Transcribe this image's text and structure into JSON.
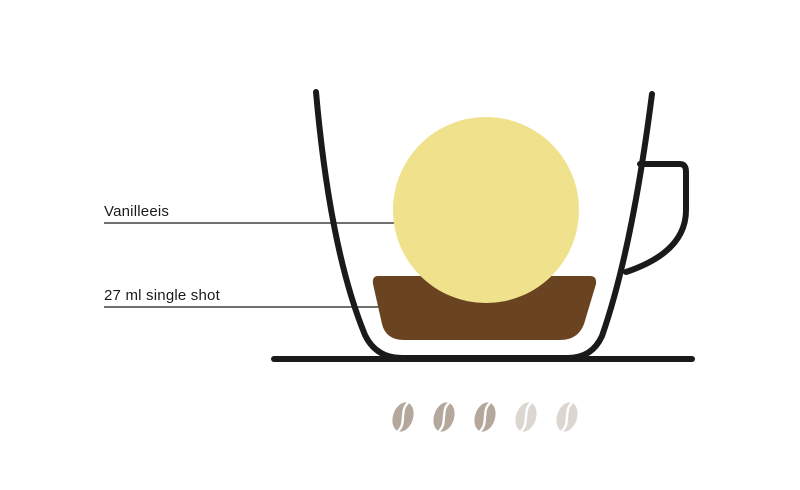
{
  "labels": {
    "ice_cream": "Vanilleeis",
    "espresso": "27 ml single shot"
  },
  "colors": {
    "outline": "#1a1a1a",
    "ice_cream": "#f0e28c",
    "espresso": "#6a4421",
    "bean_filled": "#b4a79b",
    "bean_empty": "#dcd6d0"
  },
  "intensity": {
    "value": 3,
    "max": 5
  },
  "icons": {
    "bean": "coffee-bean-icon",
    "cup": "cup-icon"
  }
}
